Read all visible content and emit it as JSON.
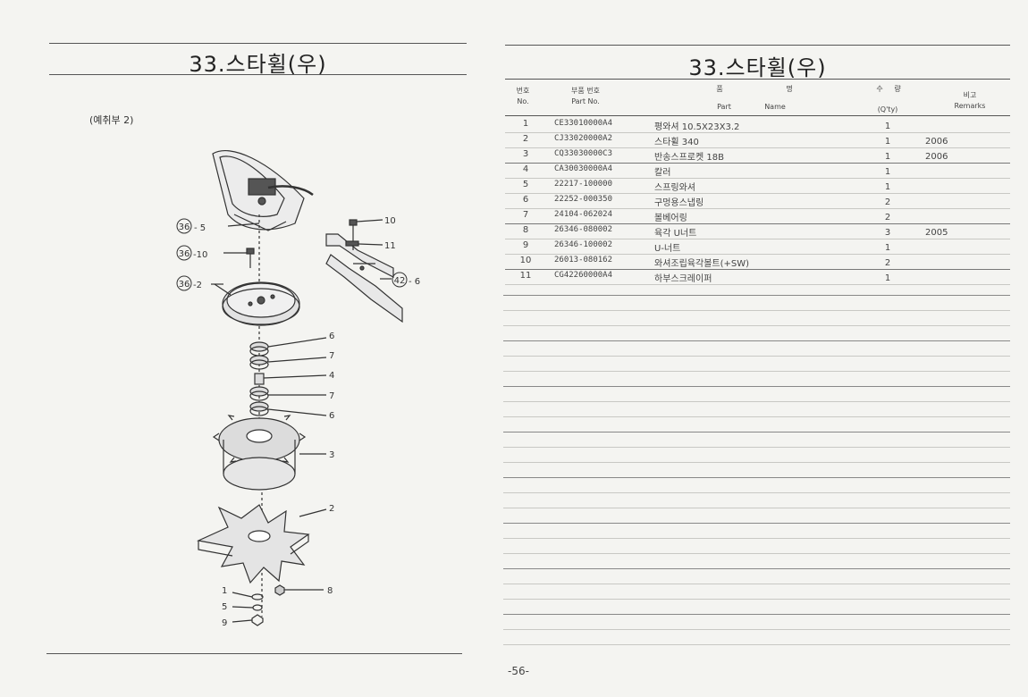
{
  "left_title": "33.스타휠(우)",
  "right_title": "33.스타휠(우)",
  "diagram_note": "(예취부 2)",
  "diagram_callouts": {
    "ref_36_5": "36",
    "ref_36_5_num": "- 5",
    "ref_36_10": "36",
    "ref_36_10_num": "-10",
    "ref_36_2": "36",
    "ref_36_2_num": "-2",
    "ref_42_6": "42",
    "ref_42_6_num": "- 6",
    "n10": "10",
    "n11": "11",
    "n6a": "6",
    "n7a": "7",
    "n4": "4",
    "n7b": "7",
    "n6b": "6",
    "n3": "3",
    "n2": "2",
    "n1": "1",
    "n5": "5",
    "n9": "9",
    "n8": "8"
  },
  "table_header": {
    "no_ko": "번호",
    "no_en": "No.",
    "part_no_ko": "부품 번호",
    "part_no_en": "Part  No.",
    "name_ko_1": "품",
    "name_ko_2": "명",
    "name_en_1": "Part",
    "name_en_2": "Name",
    "qty_ko_1": "수",
    "qty_ko_2": "량",
    "qty_en": "(Q'ty)",
    "remarks_ko": "비고",
    "remarks_en": "Remarks"
  },
  "parts": [
    {
      "no": "1",
      "part_no": "CE33010000A4",
      "name": "평와셔 10.5X23X3.2",
      "qty": "1",
      "remarks": ""
    },
    {
      "no": "2",
      "part_no": "CJ33020000A2",
      "name": "스타휠 340",
      "qty": "1",
      "remarks": "2006"
    },
    {
      "no": "3",
      "part_no": "CQ33030000C3",
      "name": "반송스프로켓 18B",
      "qty": "1",
      "remarks": "2006"
    },
    {
      "no": "4",
      "part_no": "CA30030000A4",
      "name": "칼러",
      "qty": "1",
      "remarks": ""
    },
    {
      "no": "5",
      "part_no": "22217-100000",
      "name": "스프링와셔",
      "qty": "1",
      "remarks": ""
    },
    {
      "no": "6",
      "part_no": "22252-000350",
      "name": "구멍용스냅링",
      "qty": "2",
      "remarks": ""
    },
    {
      "no": "7",
      "part_no": "24104-062024",
      "name": "볼베어링",
      "qty": "2",
      "remarks": ""
    },
    {
      "no": "8",
      "part_no": "26346-080002",
      "name": "육각 U너트",
      "qty": "3",
      "remarks": "2005"
    },
    {
      "no": "9",
      "part_no": "26346-100002",
      "name": "U-너트",
      "qty": "1",
      "remarks": ""
    },
    {
      "no": "10",
      "part_no": "26013-080162",
      "name": "와셔조립육각볼트(+SW)",
      "qty": "2",
      "remarks": ""
    },
    {
      "no": "11",
      "part_no": "CG42260000A4",
      "name": "하부스크레이퍼",
      "qty": "1",
      "remarks": ""
    }
  ],
  "page_number": "-56-"
}
